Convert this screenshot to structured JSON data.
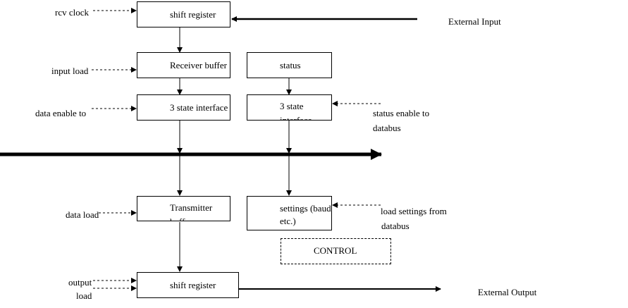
{
  "blocks": {
    "shift_register_in": "shift register",
    "receiver_buffer": "Receiver buffer",
    "status": "status",
    "data_3state": "3 state interface",
    "status_3state_line1": "3 state",
    "status_3state_line2": "interface",
    "transmitter_buffer_line1": "Transmitter",
    "transmitter_buffer_line2": "buffer",
    "settings_line1": "settings (baud,",
    "settings_line2": "etc.)",
    "control": "CONTROL",
    "shift_register_out": "shift register"
  },
  "signals": {
    "rcv_clock": "rcv clock",
    "input_load": "input load",
    "data_enable": "data enable to",
    "status_enable_line1": "status enable to",
    "status_enable_line2": "databus",
    "data_load": "data load",
    "load_settings_line1": "load settings from",
    "load_settings_line2": "databus",
    "output_load_line1": "output",
    "output_load_line2": "load"
  },
  "external": {
    "input": "External Input",
    "output": "External Output"
  }
}
